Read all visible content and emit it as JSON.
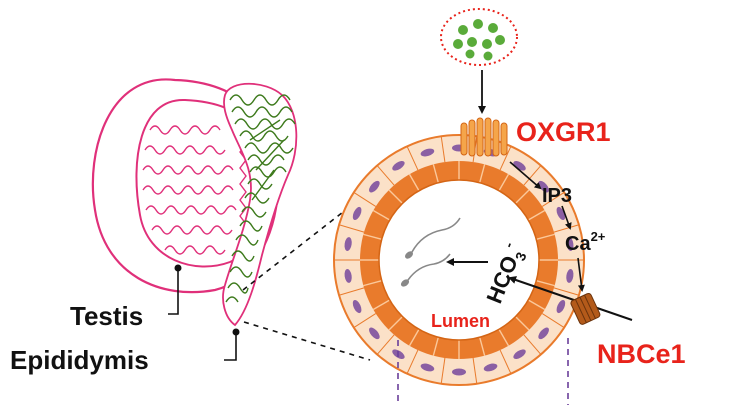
{
  "labels": {
    "testis": "Testis",
    "epididymis": "Epididymis",
    "receptor": "OXGR1",
    "messenger": "IP3",
    "calcium": "Ca",
    "calcium_charge": "2+",
    "lumen": "Lumen",
    "transporter": "NBCe1",
    "bicarbonate": "HCO",
    "bicarbonate_sub": "3",
    "bicarbonate_charge": "-"
  },
  "colors": {
    "text": "#111111",
    "accent_red": "#e8231b",
    "testis_pink": "#e0307a",
    "epididymis_green": "#3d7a1c",
    "tubule_orange": "#e97b2c",
    "cell_peach": "#fbe1c8",
    "nucleus_purple": "#8b5fa3",
    "vesicle_green": "#5aab3a",
    "dashed_purple": "#6a3f9a"
  },
  "icons": {
    "vesicle": "vesicle-icon",
    "sperm": "sperm-icon"
  }
}
